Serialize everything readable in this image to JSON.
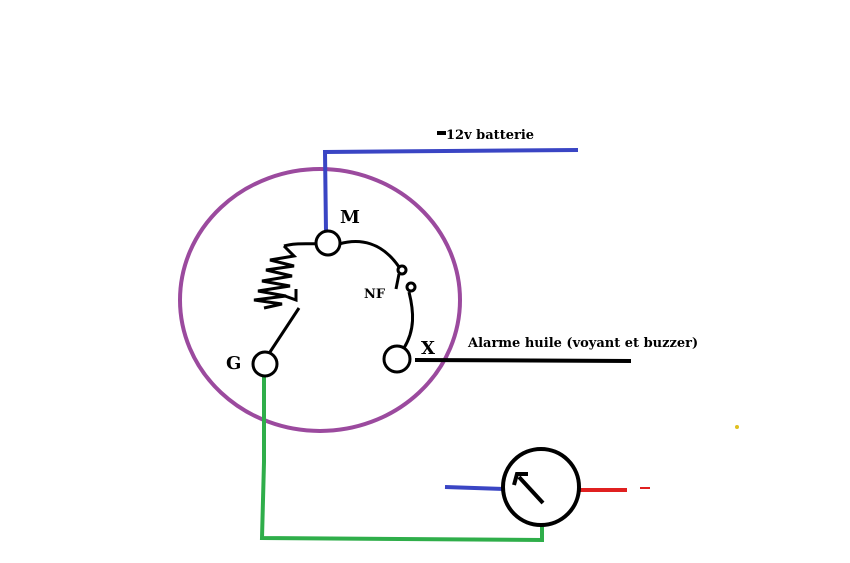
{
  "labels": {
    "battery_minus": "-",
    "battery": "12v batterie",
    "terminal_m": "M",
    "terminal_g": "G",
    "terminal_x": "X",
    "contact_nf": "NF",
    "alarm": "Alarme huile (voyant et buzzer)"
  },
  "colors": {
    "body_circle": "#9b4a9e",
    "wire_battery": "#3a45c4",
    "wire_gauge": "#2fae4a",
    "wire_alarm": "#000000",
    "wire_red": "#e02020",
    "background": "#ffffff"
  },
  "icons": [
    "spring-resistor-icon",
    "normally-closed-switch-icon",
    "gauge-needle-icon"
  ]
}
